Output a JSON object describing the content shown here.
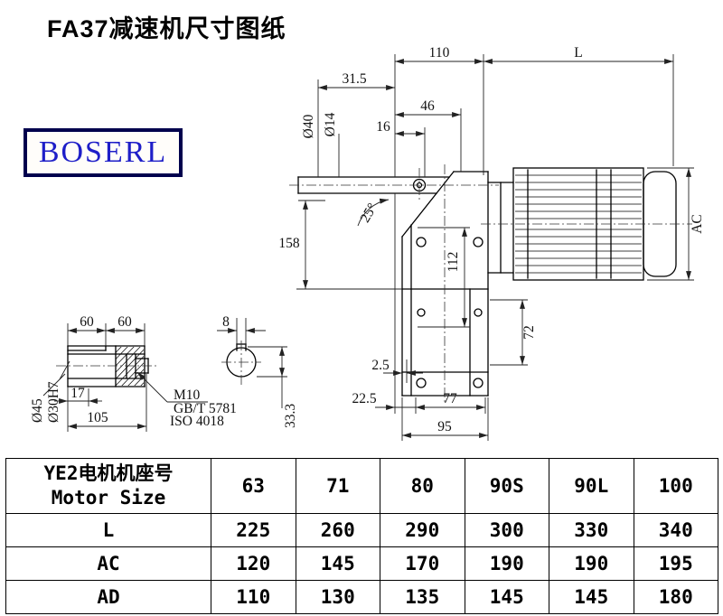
{
  "title": "FA37减速机尺寸图纸",
  "logo": {
    "text": "BOSERL",
    "text_color": "#1e1ec8",
    "border_color": "#00004d"
  },
  "drawing": {
    "dims": {
      "top_110": "110",
      "top_L": "L",
      "d31_5": "31.5",
      "d46": "46",
      "d16": "16",
      "dia40": "Ø40",
      "dia14": "Ø14",
      "angle25": "25°",
      "d158": "158",
      "d112": "112",
      "ac": "AC",
      "d72": "72",
      "d2_5": "2.5",
      "d22_5": "22.5",
      "d77": "77",
      "d95": "95",
      "d60_1": "60",
      "d60_2": "60",
      "d17": "17",
      "d105": "105",
      "dia45": "Ø45",
      "dia30h7": "Ø30H7",
      "m10": "M10",
      "gbt5781": "GB/T 5781",
      "iso4018": "ISO 4018",
      "d8": "8",
      "d33_3": "33.3"
    }
  },
  "table": {
    "header_line1": "YE2电机机座号",
    "header_line2": "Motor Size",
    "columns": [
      "63",
      "71",
      "80",
      "90S",
      "90L",
      "100"
    ],
    "rows": [
      {
        "label": "L",
        "values": [
          "225",
          "260",
          "290",
          "300",
          "330",
          "340"
        ]
      },
      {
        "label": "AC",
        "values": [
          "120",
          "145",
          "170",
          "190",
          "190",
          "195"
        ]
      },
      {
        "label": "AD",
        "values": [
          "110",
          "130",
          "135",
          "145",
          "145",
          "180"
        ]
      }
    ]
  }
}
